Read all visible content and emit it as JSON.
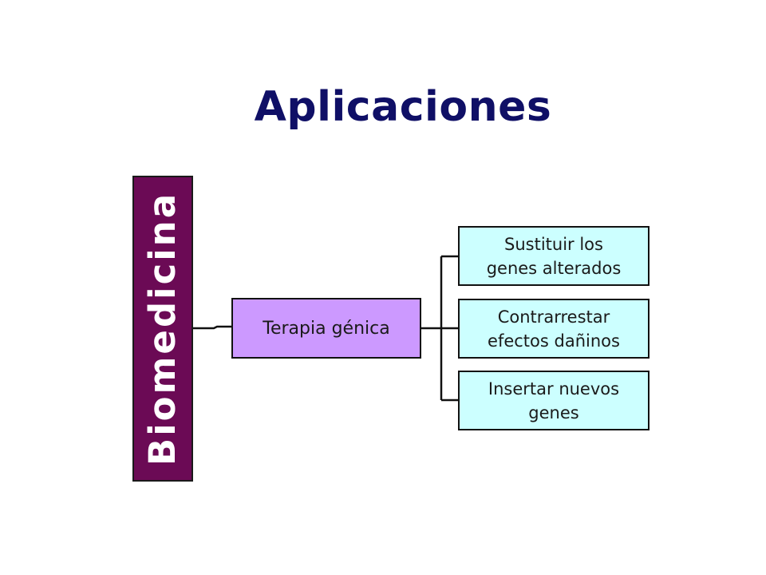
{
  "title": "Aplicaciones",
  "diagram": {
    "root": {
      "label": "Biomedicina",
      "fill": "#6b0a55"
    },
    "middle": {
      "label": "Terapia génica",
      "fill": "#cc99ff"
    },
    "leaves": [
      {
        "label": "Sustituir los\ngenes alterados"
      },
      {
        "label": "Contrarrestar\nefectos dañinos"
      },
      {
        "label": "Insertar nuevos\ngenes"
      }
    ],
    "leaf_fill": "#ccffff",
    "title_color": "#0f0f66"
  }
}
